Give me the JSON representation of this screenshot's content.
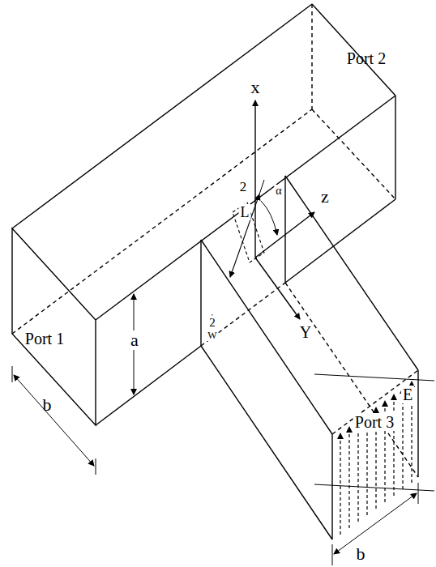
{
  "diagram": {
    "labels": [
      "Port 2",
      "x",
      "α",
      "2",
      "L",
      "z",
      "Port 1",
      "a",
      "2",
      "W",
      "Y",
      "E",
      "Port 3",
      "b",
      "b"
    ]
  }
}
